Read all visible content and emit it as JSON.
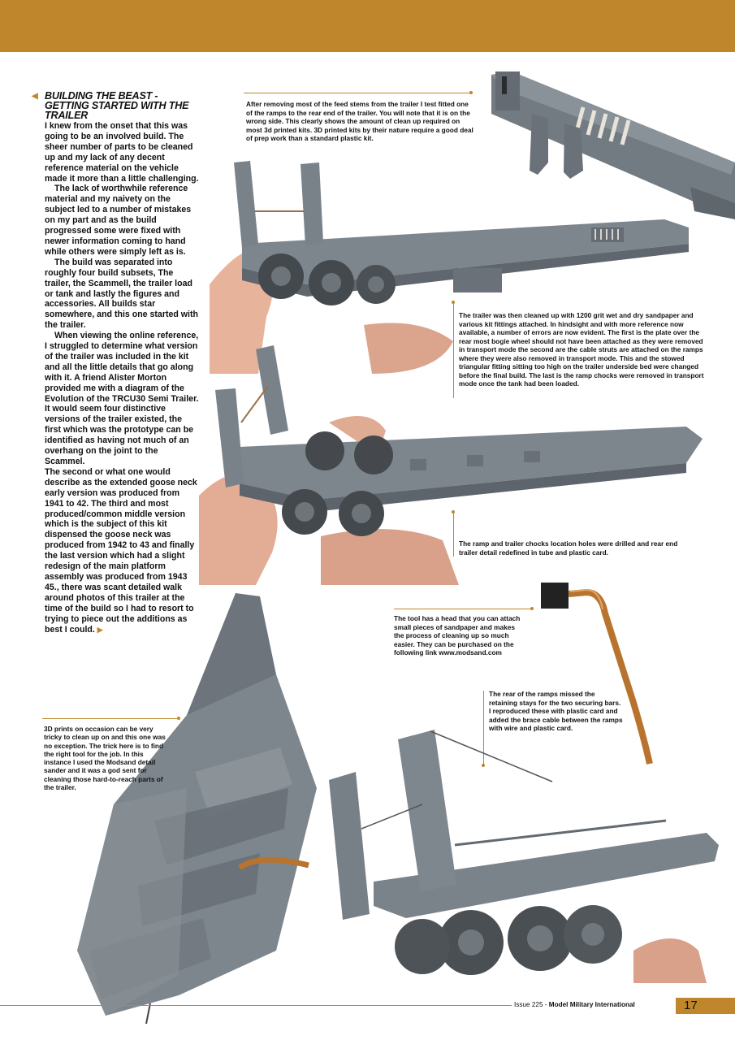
{
  "article": {
    "heading": "Building the beast - getting started with the trailer",
    "paragraphs": [
      "I knew from the onset that this was going to be an involved build. The sheer number of parts to be cleaned up and my lack of any decent reference material on the vehicle made it more than a little challenging.",
      "The lack of worthwhile reference material and my naivety on the subject led to a number of mistakes on my part and as the build progressed some were fixed with newer information coming to hand while others were simply left as is.",
      "The build was separated into roughly four build subsets, The trailer, the Scammell, the trailer load or tank and lastly the figures and accessories. All builds star somewhere, and this one started with the trailer.",
      "When viewing the online reference, I struggled to determine what version of the trailer was included in the kit and all the little details that go along with it. A friend Alister Morton provided me with a diagram of the Evolution of the TRCU30 Semi Trailer. It would seem four distinctive versions of the trailer existed, the first which was the prototype can be identified as having not much of an overhang on the joint to the Scammel.",
      "The second or what one would describe as the extended goose neck early version was produced from 1941 to 42. The third and most produced/common middle version which is the subject of this kit dispensed the goose neck was produced from 1942 to 43 and finally the last version which had a slight redesign of the main platform assembly was produced from 1943 45., there was scant detailed walk around photos of this trailer at the time of the build so I had to resort to trying to piece out the additions as best I could."
    ]
  },
  "captions": {
    "feed_stems": "After removing most of the feed stems from the trailer I test fitted one of the ramps to the rear end of the trailer. You will note that it is on the wrong side. This clearly shows the amount of clean up required on most 3d printed kits. 3D printed kits by their nature require a good deal of prep work than a standard plastic kit.",
    "sandpaper": "The trailer was then cleaned up with 1200 grit wet and dry sandpaper and various kit fittings attached. In hindsight and with more reference now available, a number of errors are now evident. The first is the plate over the rear most bogie wheel should not have been attached as they were removed in transport mode the second are the cable struts are attached on the ramps where they were also removed in transport mode. This and the stowed triangular fitting sitting too high on the trailer underside bed were changed before the final build. The last is the ramp chocks were removed in transport mode once the tank had been loaded.",
    "chock_holes": "The ramp and trailer chocks location holes were drilled and rear end trailer detail redefined in tube and plastic card.",
    "tool_head": "The tool has a head that you can attach small pieces of sandpaper and makes the process of cleaning up so much easier. They can be purchased on the following link www.modsand.com",
    "ramp_stays": "The rear of the ramps missed the retaining stays for the two securing bars. I reproduced these with plastic card and added the brace cable between the ramps with wire and plastic card.",
    "modsand": "3D prints on occasion can be very tricky to clean up on and this one was no exception. The trick here is to find the right tool for the job. In this instance I used the Modsand detail sander and it was a god sent for cleaning those hard-to-reach parts of the trailer."
  },
  "footer": {
    "issue": "Issue 225 - ",
    "magazine": "Model Military International",
    "page_number": "17"
  },
  "colors": {
    "accent": "#c0862c",
    "model_grey": "#7d858d"
  }
}
